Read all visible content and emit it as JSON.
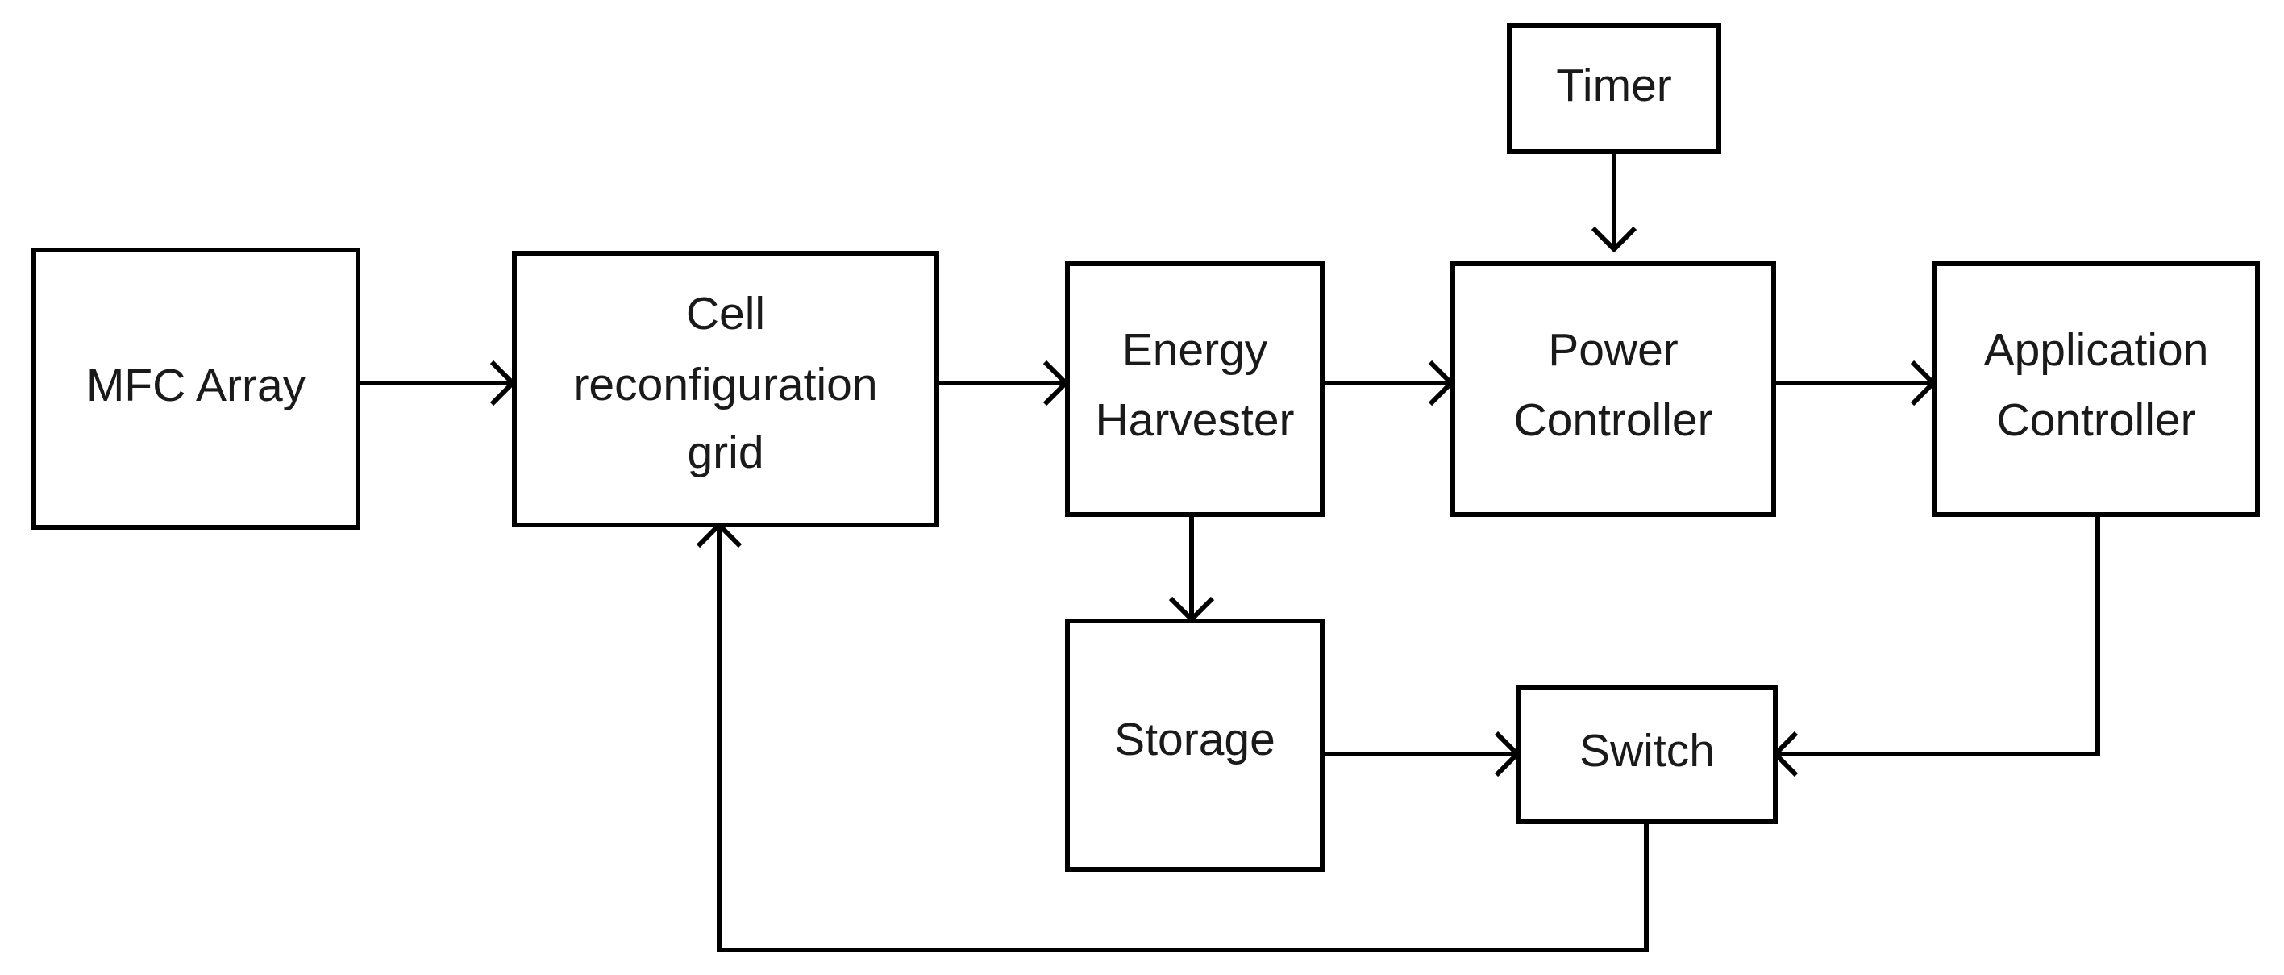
{
  "diagram": {
    "type": "block-diagram",
    "nodes": {
      "mfc_array": {
        "lines": [
          "MFC Array"
        ]
      },
      "cell_reconfiguration_grid": {
        "lines": [
          "Cell",
          "reconfiguration",
          "grid"
        ]
      },
      "energy_harvester": {
        "lines": [
          "Energy",
          "Harvester"
        ]
      },
      "timer": {
        "lines": [
          "Timer"
        ]
      },
      "power_controller": {
        "lines": [
          "Power",
          "Controller"
        ]
      },
      "application_controller": {
        "lines": [
          "Application",
          "Controller"
        ]
      },
      "storage": {
        "lines": [
          "Storage"
        ]
      },
      "switch": {
        "lines": [
          "Switch"
        ]
      }
    },
    "edges": [
      {
        "from": "mfc_array",
        "to": "cell_reconfiguration_grid"
      },
      {
        "from": "cell_reconfiguration_grid",
        "to": "energy_harvester"
      },
      {
        "from": "energy_harvester",
        "to": "power_controller"
      },
      {
        "from": "timer",
        "to": "power_controller"
      },
      {
        "from": "power_controller",
        "to": "application_controller"
      },
      {
        "from": "energy_harvester",
        "to": "storage"
      },
      {
        "from": "storage",
        "to": "switch"
      },
      {
        "from": "application_controller",
        "to": "switch"
      },
      {
        "from": "switch",
        "to": "cell_reconfiguration_grid"
      }
    ]
  }
}
